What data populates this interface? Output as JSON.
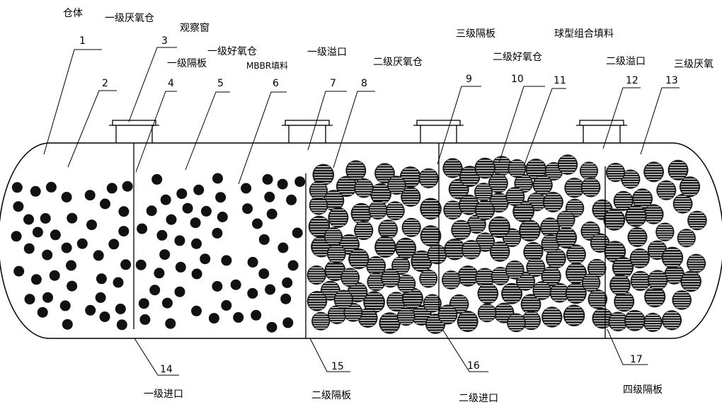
{
  "labels": {
    "tank_body": "仓体",
    "anaerobic_1": "一级厌氧仓",
    "observation_window": "观察窗",
    "aerobic_1": "一级好氧仓",
    "partition_1": "一级隔板",
    "mbbr_filler": "MBBR填料",
    "overflow_1": "一级溢口",
    "anaerobic_2": "二级厌氧仓",
    "partition_3": "三级隔板",
    "ball_filler": "球型组合填料",
    "aerobic_2": "二级好氧仓",
    "overflow_2": "二级溢口",
    "anaerobic_3": "三级厌氧",
    "inlet_1": "一级进口",
    "partition_2": "二级隔板",
    "inlet_2": "二级进口",
    "partition_4": "四级隔板"
  },
  "callouts": [
    "1",
    "2",
    "3",
    "4",
    "5",
    "6",
    "7",
    "8",
    "9",
    "10",
    "11",
    "12",
    "13",
    "14",
    "15",
    "16",
    "17"
  ]
}
